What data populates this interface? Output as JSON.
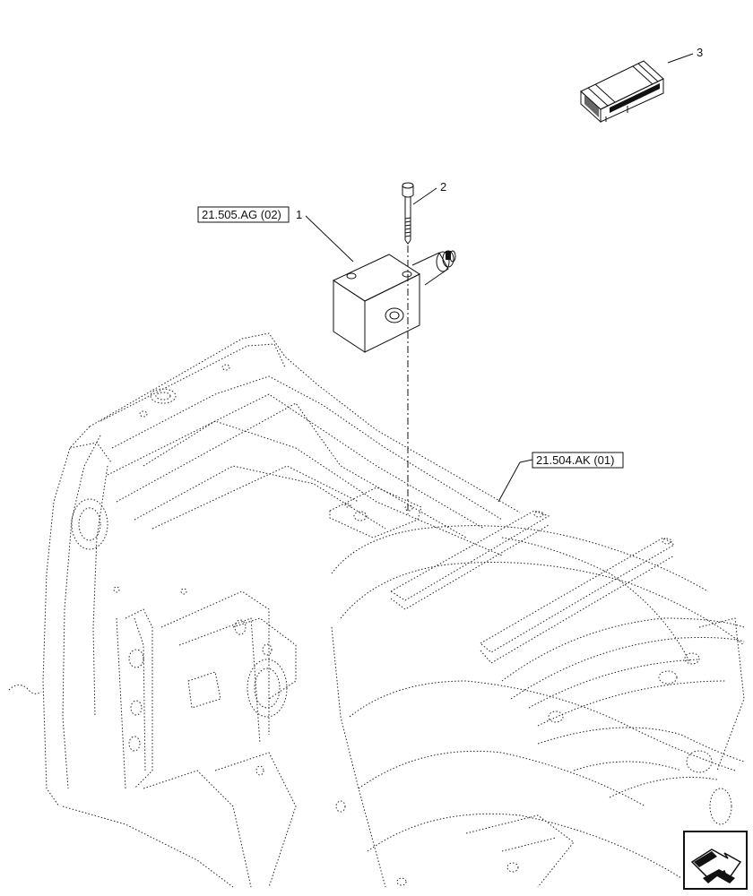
{
  "callouts": {
    "item_1": "1",
    "item_2": "2",
    "item_3": "3"
  },
  "references": {
    "valve_ref": "21.505.AG (02)",
    "housing_ref": "21.504.AK (01)"
  },
  "icons": {
    "nav": "arrow-navigation-icon",
    "kit": "kit-crate-icon"
  }
}
